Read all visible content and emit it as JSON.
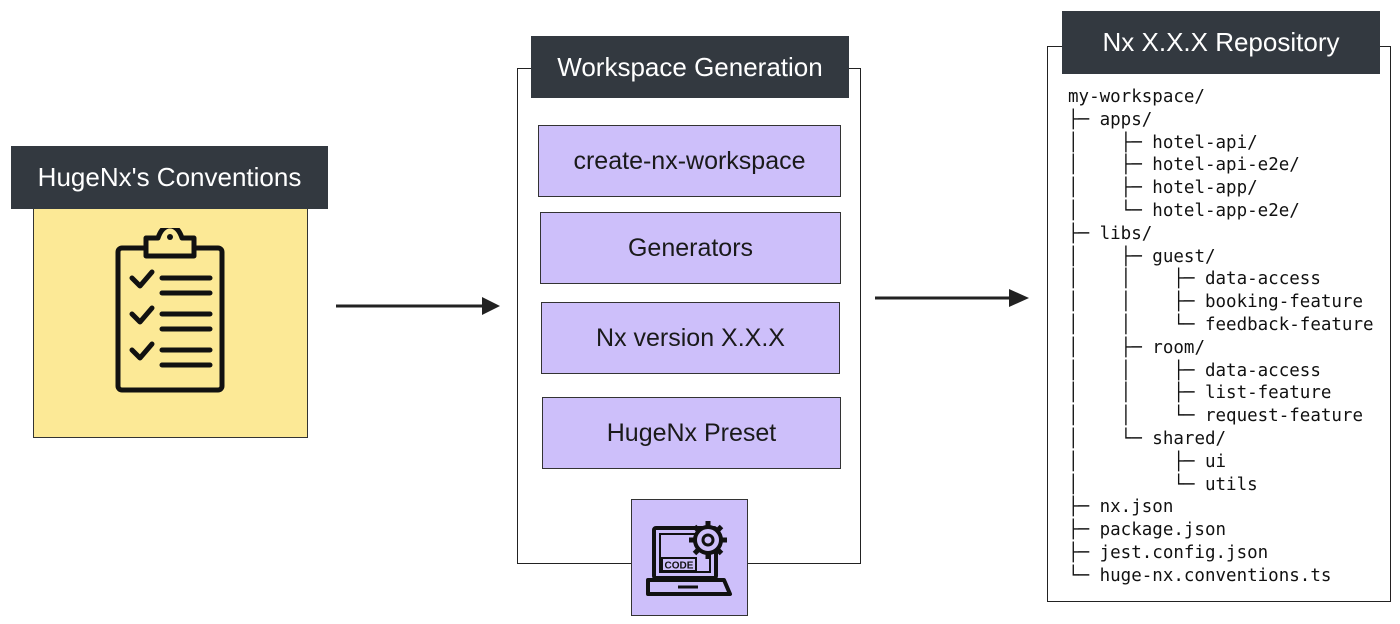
{
  "conventions": {
    "title": "HugeNx's Conventions",
    "icon": "clipboard-checklist-icon",
    "card_color": "#fce996"
  },
  "workspace_generation": {
    "title": "Workspace Generation",
    "steps": [
      {
        "label": "create-nx-workspace"
      },
      {
        "label": "Generators"
      },
      {
        "label": "Nx version X.X.X"
      },
      {
        "label": "HugeNx Preset"
      }
    ],
    "icon": "code-gear-laptop-icon",
    "icon_text": "CODE",
    "step_color": "#cdbffa"
  },
  "repository": {
    "title": "Nx  X.X.X Repository",
    "tree": [
      {
        "prefix": "",
        "name": "my-workspace/"
      },
      {
        "prefix": "├─ ",
        "name": "apps/"
      },
      {
        "prefix": "│    ├─ ",
        "name": "hotel-api/"
      },
      {
        "prefix": "│    ├─ ",
        "name": "hotel-api-e2e/"
      },
      {
        "prefix": "│    ├─ ",
        "name": "hotel-app/"
      },
      {
        "prefix": "│    └─ ",
        "name": "hotel-app-e2e/"
      },
      {
        "prefix": "├─ ",
        "name": "libs/"
      },
      {
        "prefix": "│    ├─ ",
        "name": "guest/"
      },
      {
        "prefix": "│    │    ├─ ",
        "name": "data-access"
      },
      {
        "prefix": "│    │    ├─ ",
        "name": "booking-feature"
      },
      {
        "prefix": "│    │    └─ ",
        "name": "feedback-feature"
      },
      {
        "prefix": "│    ├─ ",
        "name": "room/"
      },
      {
        "prefix": "│    │    ├─ ",
        "name": "data-access"
      },
      {
        "prefix": "│    │    ├─ ",
        "name": "list-feature"
      },
      {
        "prefix": "│    │    └─ ",
        "name": "request-feature"
      },
      {
        "prefix": "│    └─ ",
        "name": "shared/"
      },
      {
        "prefix": "│         ├─ ",
        "name": "ui"
      },
      {
        "prefix": "│         └─ ",
        "name": "utils"
      },
      {
        "prefix": "├─ ",
        "name": "nx.json"
      },
      {
        "prefix": "├─ ",
        "name": "package.json"
      },
      {
        "prefix": "├─ ",
        "name": "jest.config.json"
      },
      {
        "prefix": "└─ ",
        "name": "huge-nx.conventions.ts"
      }
    ]
  },
  "colors": {
    "title_bg": "#333940",
    "title_fg": "#ffffff",
    "arrow": "#222222"
  }
}
